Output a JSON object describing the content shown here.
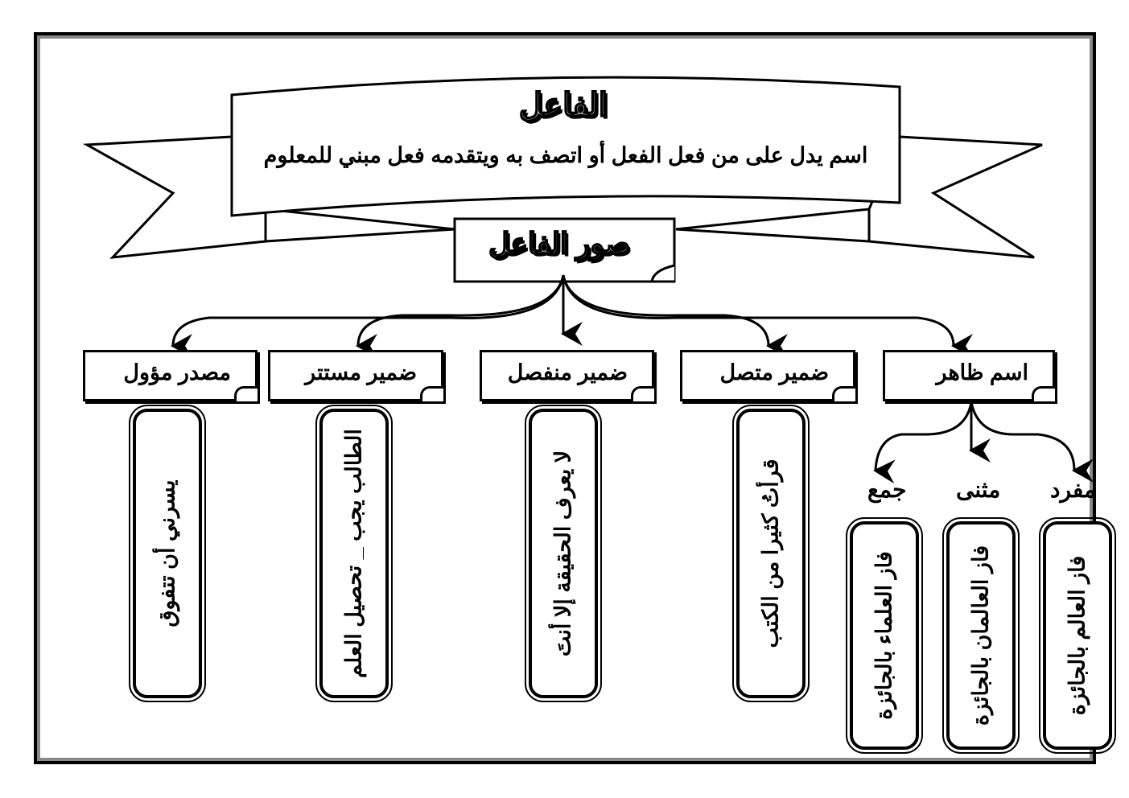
{
  "title": "الفاعل",
  "definition": "اسم يدل على من فعل الفعل أو اتصف به ويتقدمه فعل مبني للمعلوم",
  "subtitle": "صور الفاعل",
  "categories": [
    "اسم ظاهر",
    "ضمير متصل",
    "ضمير منفصل",
    "ضمير مستتر",
    "مصدر مؤول"
  ],
  "examples": [
    "قرأتُ كثيرا من الكتب",
    "لا يعرف الحقيقة إلا أنتَ",
    "الطالب يجب _ تحصيل العلم",
    "يسرني أن تتفوق"
  ],
  "number_types": [
    "مفرد",
    "مثنى",
    "جمع"
  ],
  "number_examples": [
    "فاز العالم بالجائزة",
    "فاز العالمان بالجائزة",
    "فاز العلماء بالجائزة"
  ]
}
